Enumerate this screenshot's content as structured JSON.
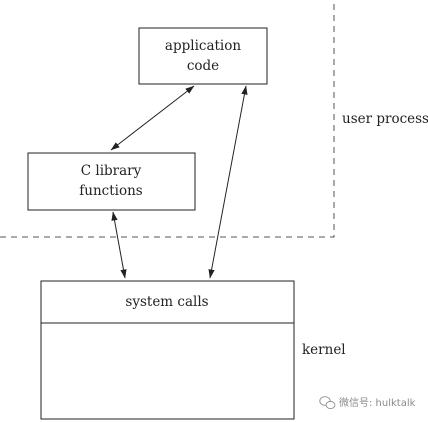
{
  "diagram": {
    "app_box": {
      "line1": "application",
      "line2": "code"
    },
    "clib_box": {
      "line1": "C library",
      "line2": "functions"
    },
    "kernel_box": {
      "header": "system calls"
    },
    "user_process_label": "user process",
    "kernel_label": "kernel"
  },
  "watermark": {
    "text": "微信号: hulktalk",
    "icon": "wechat-icon"
  },
  "colors": {
    "line": "#222222",
    "dash": "#555555",
    "watermark": "#8a8a8a"
  }
}
